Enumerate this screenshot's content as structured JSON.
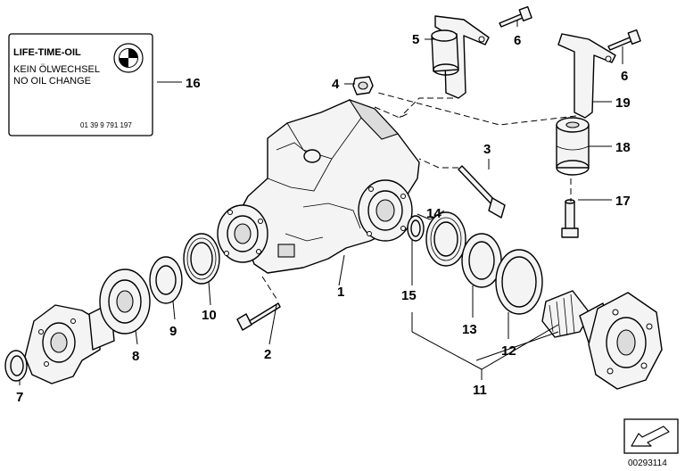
{
  "label_sticker": {
    "line1": "LIFE-TIME-OIL",
    "line2": "KEIN ÖLWECHSEL",
    "line3": "NO OIL CHANGE",
    "part_number": "01 39 9 791 197",
    "brand_mark": "BMW"
  },
  "callouts": {
    "c1": "1",
    "c2": "2",
    "c3": "3",
    "c4": "4",
    "c5": "5",
    "c6a": "6",
    "c6b": "6",
    "c7": "7",
    "c8": "8",
    "c9": "9",
    "c10": "10",
    "c11": "11",
    "c12": "12",
    "c13": "13",
    "c14": "14",
    "c15": "15",
    "c16": "16",
    "c17": "17",
    "c18": "18",
    "c19": "19"
  },
  "document_number": "00293114",
  "nav_icon": "arrow-icon"
}
